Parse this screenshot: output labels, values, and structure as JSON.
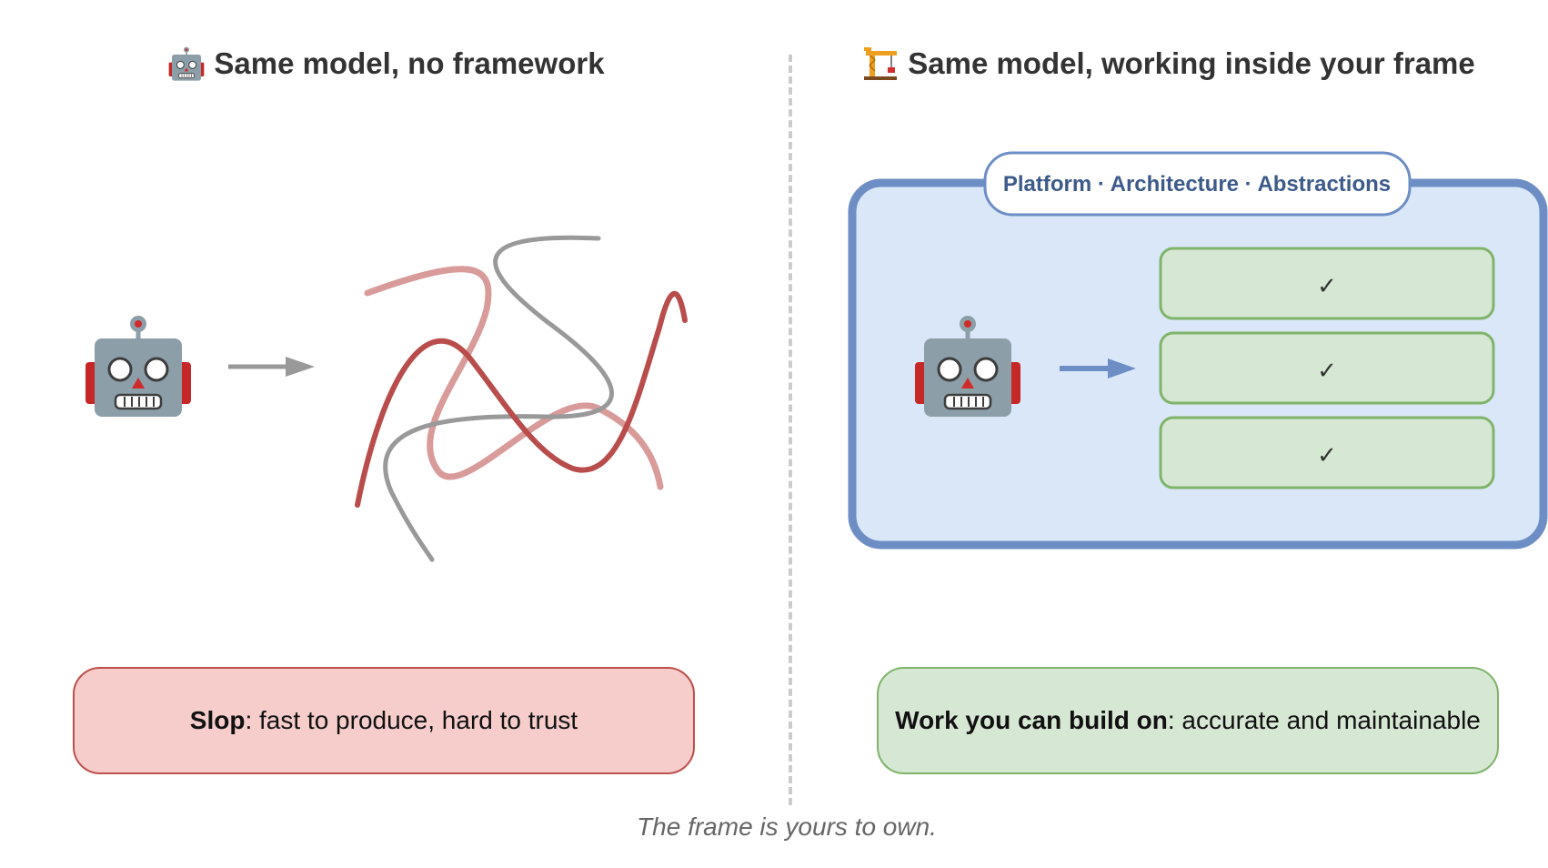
{
  "left_panel": {
    "title": "Same model, no framework",
    "caption_bold": "Slop",
    "caption_rest": ": fast to produce, hard to trust",
    "colors": {
      "dark_red": "#b84d4b",
      "pink": "#d99a9a",
      "gray": "#999999",
      "box_fill": "#f6cdcb",
      "box_border": "#bf4f4c"
    }
  },
  "right_panel": {
    "title": "Same model, working inside your frame",
    "frame_label": "Platform · Architecture · Abstractions",
    "output_checks": [
      "✓",
      "✓",
      "✓"
    ],
    "caption_bold": "Work you can build on",
    "caption_rest": ": accurate and maintainable",
    "colors": {
      "frame_fill": "#dae7f9",
      "frame_border": "#6d8ec5",
      "label_text": "#3c5a8a",
      "check_fill": "#d6e8d3",
      "check_border": "#7fb46a"
    }
  },
  "icons": [
    "robot-icon",
    "construction-crane-icon",
    "arrow-right-icon"
  ],
  "footer": "The frame is yours to own."
}
